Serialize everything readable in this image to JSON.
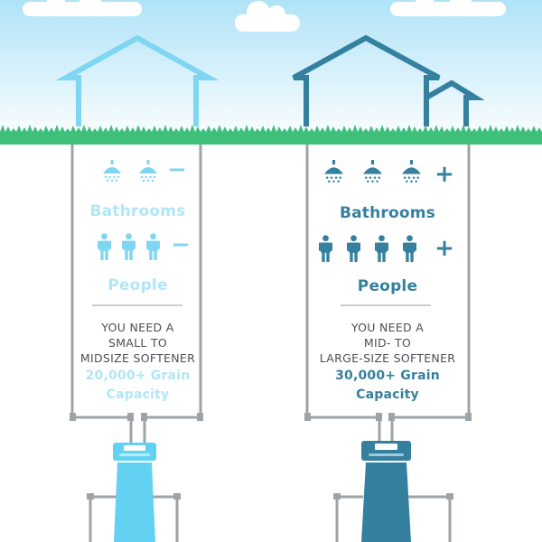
{
  "colors": {
    "sky_top": "#b0e3f8",
    "sky_bottom": "#ffffff",
    "cloud": "#ffffff",
    "grass": "#3fc07a",
    "pipe": "#9ea3a7",
    "small_accent": "#7fd6f2",
    "large_accent": "#35809e",
    "text_dark": "#4a4f55"
  },
  "small_home": {
    "bathroom_count": 2,
    "people_count": 3,
    "bathrooms_sign": "−",
    "people_sign": "−",
    "bathrooms_label": "Bathrooms",
    "people_label": "People",
    "need_lines": [
      "YOU NEED A",
      "SMALL TO",
      "MIDSIZE SOFTENER"
    ],
    "capacity_lines": [
      "20,000+ Grain",
      "Capacity"
    ]
  },
  "large_home": {
    "bathroom_count": 3,
    "people_count": 4,
    "bathrooms_sign": "+",
    "people_sign": "+",
    "bathrooms_label": "Bathrooms",
    "people_label": "People",
    "need_lines": [
      "YOU NEED A",
      "MID- TO",
      "LARGE-SIZE SOFTENER"
    ],
    "capacity_lines": [
      "30,000+ Grain",
      "Capacity"
    ]
  }
}
